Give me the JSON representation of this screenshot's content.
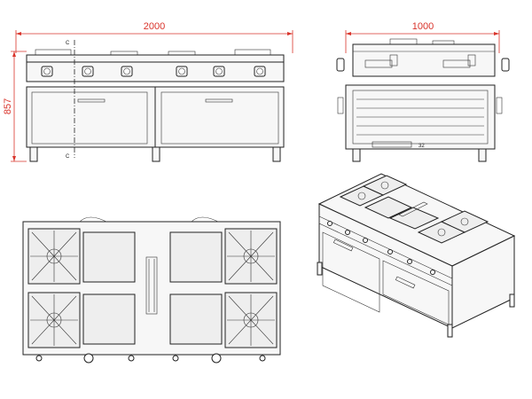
{
  "dimensions": {
    "width": "2000",
    "depth": "1000",
    "height": "857"
  },
  "labels": {
    "section_mark": "C",
    "burner_tag": "32"
  }
}
